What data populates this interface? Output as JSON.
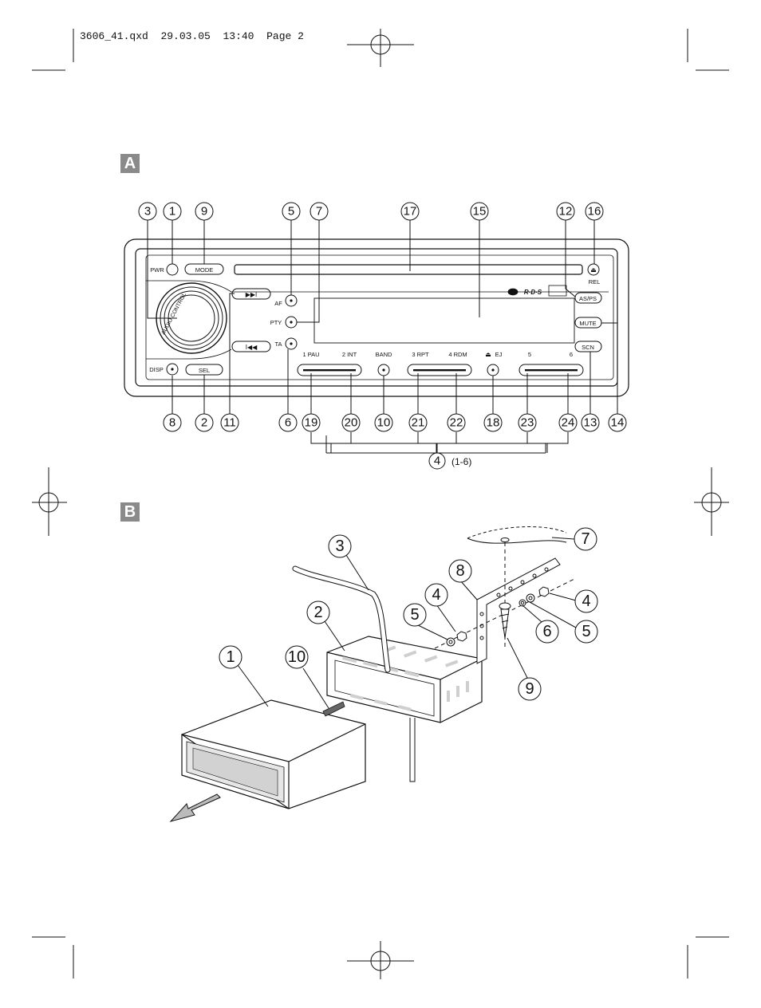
{
  "header": {
    "file": "3606_41.qxd",
    "date": "29.03.05",
    "time": "13:40",
    "page": "Page 2"
  },
  "section_a": {
    "tag": "A",
    "labels": {
      "pwr": "PWR",
      "mode": "MODE",
      "audio_control": "AUDIO CONTROL",
      "af": "AF",
      "pty": "PTY",
      "ta": "TA",
      "disp": "DISP",
      "sel": "SEL",
      "rel": "REL",
      "as_ps": "AS/PS",
      "mute": "MUTE",
      "scn": "SCN",
      "pau": "1 PAU",
      "int": "2 INT",
      "band": "BAND",
      "rpt": "3 RPT",
      "rdm": "4 RDM",
      "ej": "EJ",
      "five": "5",
      "six": "6",
      "rds": "R·D·S",
      "next_symbol": "▶▶I",
      "prev_symbol": "I◀◀",
      "eject_symbol": "⏏"
    },
    "callouts_top": [
      "3",
      "1",
      "9",
      "5",
      "7",
      "17",
      "15",
      "12",
      "16"
    ],
    "callouts_bottom": [
      "8",
      "2",
      "11",
      "6",
      "19",
      "20",
      "10",
      "21",
      "22",
      "18",
      "23",
      "24",
      "13",
      "14"
    ],
    "group_callout": "4",
    "group_note": "(1-6)"
  },
  "section_b": {
    "tag": "B",
    "callouts": [
      "3",
      "8",
      "7",
      "4",
      "4",
      "5",
      "5",
      "2",
      "6",
      "1",
      "10",
      "9"
    ]
  }
}
